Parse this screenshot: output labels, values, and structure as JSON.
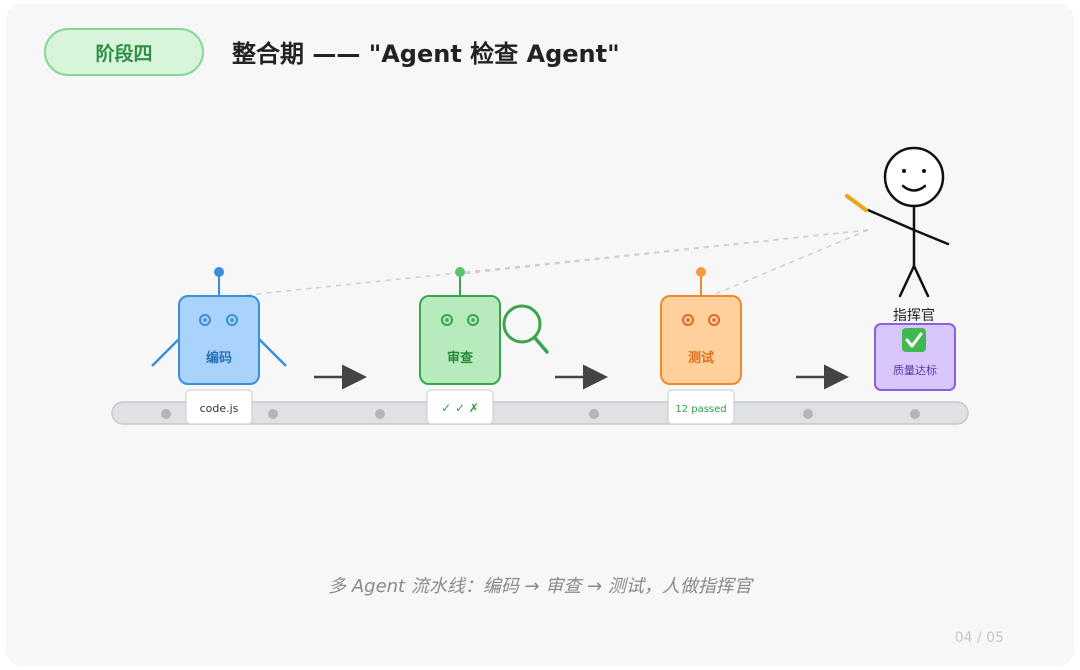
{
  "header": {
    "stage": "阶段四",
    "title": "整合期 —— \"Agent 检查 Agent\""
  },
  "agents": [
    {
      "label": "编码",
      "tag": "code.js",
      "color": "#3b8fd9",
      "fill": "#a9d3fb"
    },
    {
      "label": "审查",
      "tag": "✓ ✓ ✗",
      "color": "#3aa44f",
      "fill": "#b6ecbd"
    },
    {
      "label": "测试",
      "tag": "12 passed",
      "color": "#ee8a2d",
      "fill": "#ffcf9c"
    }
  ],
  "quality_box": {
    "label": "质量达标",
    "check": "✅",
    "color": "#8b5fe0",
    "fill": "#d9c7fb"
  },
  "commander": {
    "label": "指挥官"
  },
  "caption": "多 Agent 流水线：编码 → 审查 → 测试，人做指挥官",
  "pager": "04 / 05",
  "colors": {
    "tag_green": "#2f9e44",
    "belt": "#dfe1e4"
  }
}
